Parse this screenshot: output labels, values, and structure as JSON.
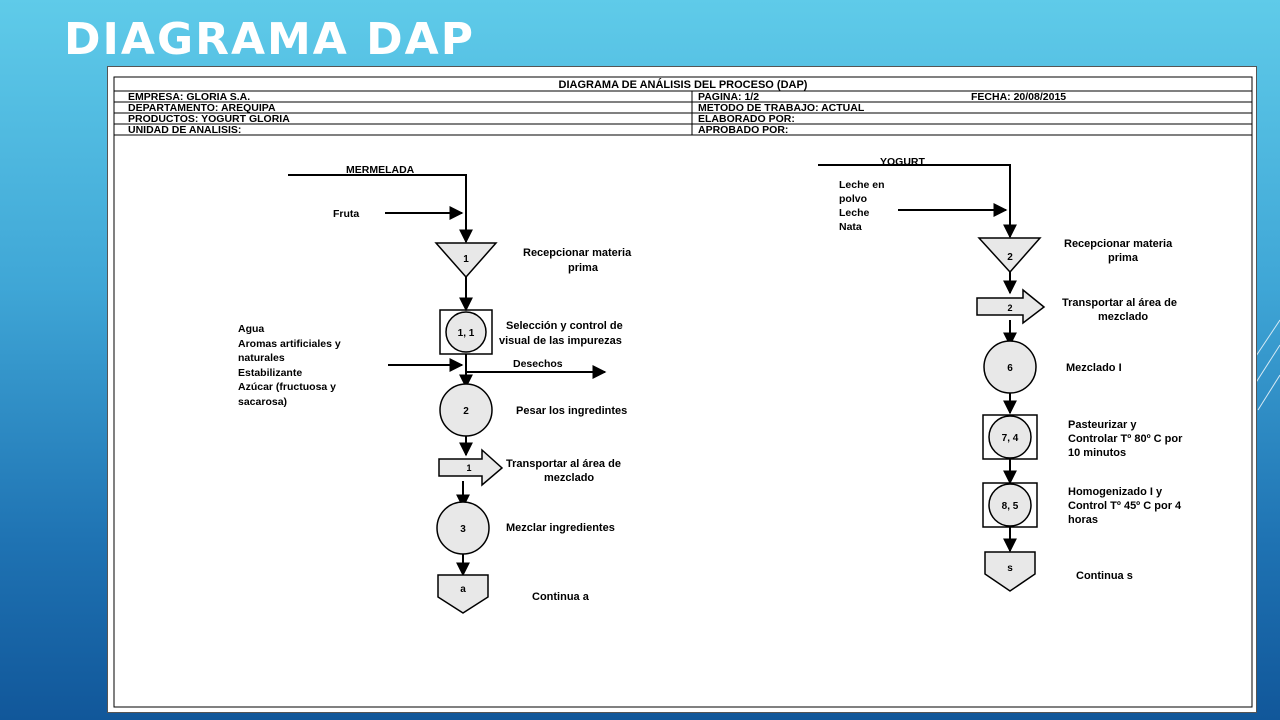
{
  "slide": {
    "title": "DIAGRAMA DAP"
  },
  "header": {
    "title": "DIAGRAMA DE ANÁLISIS DEL PROCESO (DAP)",
    "empresa": "EMPRESA: GLORIA S.A.",
    "pagina": "PAGINA: 1/2",
    "fecha": "FECHA: 20/08/2015",
    "departamento": "DEPARTAMENTO: AREQUIPA",
    "metodo": "METODO DE TRABAJO: ACTUAL",
    "productos": "PRODUCTOS: YOGURT GLORIA",
    "elaborado": "ELABORADO POR:",
    "unidad": "UNIDAD DE ANALISIS:",
    "aprobado": "APROBADO POR:"
  },
  "left": {
    "input_top": "MERMELADA",
    "input_fruta": "Fruta",
    "step1": {
      "symbol": "1",
      "label": [
        "Recepcionar materia",
        "prima"
      ]
    },
    "step2": {
      "symbol": "1, 1",
      "label": [
        "Selección y control de",
        "visual de las impurezas"
      ]
    },
    "additions": [
      "Agua",
      "Aromas artificiales y",
      "naturales",
      "Estabilizante",
      "Azúcar (fructuosa y",
      "sacarosa)"
    ],
    "waste": "Desechos",
    "step3": {
      "symbol": "2",
      "label": "Pesar los ingredintes"
    },
    "step4": {
      "symbol": "1",
      "label": [
        "Transportar al área de",
        "mezclado"
      ]
    },
    "step5": {
      "symbol": "3",
      "label": "Mezclar ingredientes"
    },
    "connector": {
      "symbol": "a",
      "label": "Continua a"
    }
  },
  "right": {
    "input_top": "YOGURT",
    "inputs": [
      "Leche en",
      "polvo",
      "Leche",
      "Nata"
    ],
    "step1": {
      "symbol": "2",
      "label": [
        "Recepcionar materia",
        "prima"
      ]
    },
    "step2": {
      "symbol": "2",
      "label": [
        "Transportar al área de",
        "mezclado"
      ]
    },
    "step3": {
      "symbol": "6",
      "label": "Mezclado I"
    },
    "step4": {
      "symbol": "7, 4",
      "label": [
        "Pasteurizar y",
        "Controlar Tº 80º C por",
        "10 minutos"
      ]
    },
    "step5": {
      "symbol": "8, 5",
      "label": [
        "Homogenizado I y",
        "Control Tº 45º C por 4",
        "horas"
      ]
    },
    "connector": {
      "symbol": "s",
      "label": "Continua s"
    }
  },
  "colors": {
    "title_text": "#ffffff",
    "stroke": "#000000",
    "symbol_fill": "#e8e8e8"
  }
}
